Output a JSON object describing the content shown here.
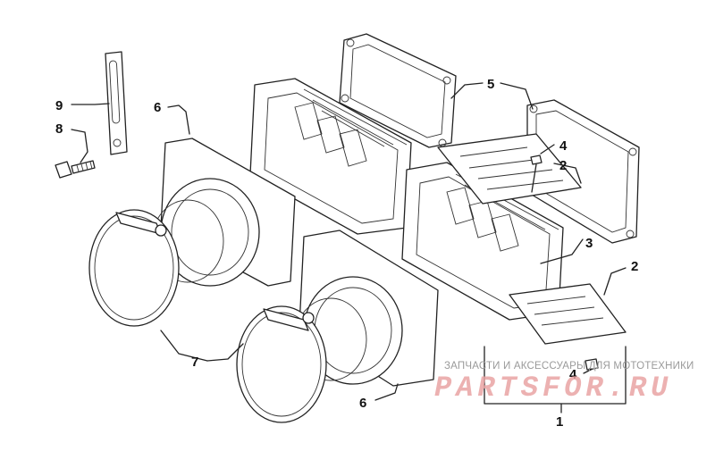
{
  "callouts": [
    {
      "id": "c9",
      "text": "9"
    },
    {
      "id": "c8",
      "text": "8"
    },
    {
      "id": "c6a",
      "text": "6"
    },
    {
      "id": "c5",
      "text": "5"
    },
    {
      "id": "c4a",
      "text": "4"
    },
    {
      "id": "c2a",
      "text": "2"
    },
    {
      "id": "c3",
      "text": "3"
    },
    {
      "id": "c2b",
      "text": "2"
    },
    {
      "id": "c7",
      "text": "7"
    },
    {
      "id": "c6b",
      "text": "6"
    },
    {
      "id": "c4b",
      "text": "4"
    },
    {
      "id": "c1",
      "text": "1"
    }
  ],
  "watermark": {
    "line1": "ЗАПЧАСТИ И АКСЕССУАРЫ ДЛЯ МОТОТЕХНИКИ",
    "line2": "PARTSFOR.RU"
  }
}
